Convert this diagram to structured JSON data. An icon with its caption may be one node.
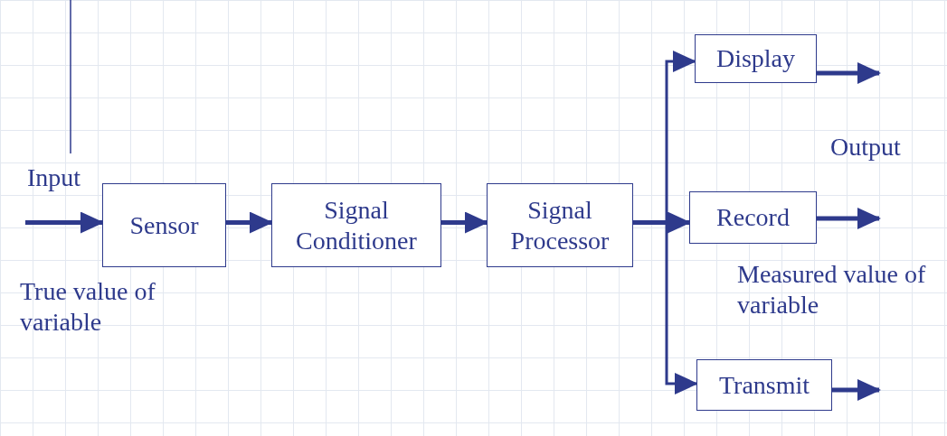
{
  "diagram": {
    "nodes": [
      {
        "text": [
          "Sensor"
        ]
      },
      {
        "text": [
          "Signal Conditioner"
        ]
      },
      {
        "text": [
          "Signal Processor"
        ]
      },
      {
        "text": [
          "Display"
        ]
      },
      {
        "text": [
          "Record"
        ]
      },
      {
        "text": [
          "Transmit"
        ]
      }
    ],
    "edges": [
      {
        "from": null,
        "to": 0,
        "arrow": "to"
      },
      {
        "from": 0,
        "to": 1,
        "arrow": "to"
      },
      {
        "from": 1,
        "to": 2,
        "arrow": "to"
      },
      {
        "from": 2,
        "to": 3,
        "arrow": "to"
      },
      {
        "from": 2,
        "to": 4,
        "arrow": "to"
      },
      {
        "from": 2,
        "to": 5,
        "arrow": "to"
      },
      {
        "from": 3,
        "to": null,
        "arrow": "to"
      },
      {
        "from": 4,
        "to": null,
        "arrow": "to"
      },
      {
        "from": 5,
        "to": null,
        "arrow": "to"
      }
    ],
    "labels": [
      "Input",
      "Output",
      "True value of variable",
      "Measured value of variable"
    ]
  }
}
